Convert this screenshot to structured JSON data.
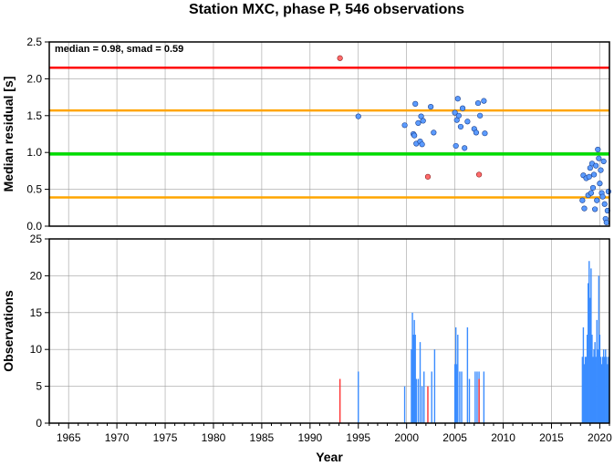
{
  "chart_data": [
    {
      "type": "scatter",
      "title": "Station MXC, phase P, 546 observations",
      "annotation": "median = 0.98, smad = 0.59",
      "xlabel": "",
      "ylabel": "Median residual [s]",
      "xlim": [
        1963,
        2021
      ],
      "ylim": [
        0,
        2.5
      ],
      "yticks": [
        "0.0",
        "0.5",
        "1.0",
        "1.5",
        "2.0",
        "2.5"
      ],
      "grid": true,
      "colors": {
        "median": "#00dd00",
        "smad": "#ffa500",
        "outlier_limit": "#ff0000",
        "inlier": "#5b9bff",
        "outlier": "#ff6b6b"
      },
      "reference_lines": [
        {
          "name": "median",
          "y": 0.98
        },
        {
          "name": "median + smad",
          "y": 1.57
        },
        {
          "name": "median - smad",
          "y": 0.39
        },
        {
          "name": "outlier limit",
          "y": 2.15
        }
      ],
      "series": [
        {
          "points": [
            [
              1995.0,
              1.49
            ],
            [
              1999.8,
              1.37
            ],
            [
              2000.7,
              1.25
            ],
            [
              2000.8,
              1.23
            ],
            [
              2000.9,
              1.66
            ],
            [
              2001.0,
              1.12
            ],
            [
              2001.2,
              1.4
            ],
            [
              2001.4,
              1.15
            ],
            [
              2001.5,
              1.49
            ],
            [
              2001.6,
              1.11
            ],
            [
              2001.7,
              1.43
            ],
            [
              2002.5,
              1.62
            ],
            [
              2002.8,
              1.27
            ],
            [
              2005.0,
              1.54
            ],
            [
              2005.1,
              1.09
            ],
            [
              2005.2,
              1.44
            ],
            [
              2005.3,
              1.73
            ],
            [
              2005.4,
              1.5
            ],
            [
              2005.6,
              1.35
            ],
            [
              2005.8,
              1.6
            ],
            [
              2006.0,
              1.06
            ],
            [
              2006.3,
              1.42
            ],
            [
              2007.0,
              1.32
            ],
            [
              2007.2,
              1.27
            ],
            [
              2007.4,
              1.67
            ],
            [
              2007.6,
              1.5
            ],
            [
              2008.0,
              1.7
            ],
            [
              2008.1,
              1.26
            ],
            [
              2018.2,
              0.35
            ],
            [
              2018.3,
              0.69
            ],
            [
              2018.4,
              0.24
            ],
            [
              2018.6,
              0.65
            ],
            [
              2018.8,
              0.42
            ],
            [
              2018.9,
              0.67
            ],
            [
              2019.0,
              0.79
            ],
            [
              2019.1,
              0.45
            ],
            [
              2019.2,
              0.85
            ],
            [
              2019.3,
              0.52
            ],
            [
              2019.4,
              0.7
            ],
            [
              2019.5,
              0.23
            ],
            [
              2019.6,
              0.82
            ],
            [
              2019.7,
              0.35
            ],
            [
              2019.8,
              1.04
            ],
            [
              2019.9,
              0.92
            ],
            [
              2020.0,
              0.58
            ],
            [
              2020.1,
              0.76
            ],
            [
              2020.2,
              0.45
            ],
            [
              2020.3,
              0.4
            ],
            [
              2020.4,
              0.88
            ],
            [
              2020.5,
              0.3
            ],
            [
              2020.6,
              0.1
            ],
            [
              2020.7,
              0.05
            ],
            [
              2020.8,
              0.21
            ],
            [
              2020.9,
              0.47
            ]
          ]
        },
        {
          "points": [
            [
              1993.1,
              2.28
            ],
            [
              2002.2,
              0.67
            ],
            [
              2007.5,
              0.7
            ]
          ]
        }
      ]
    },
    {
      "type": "bar",
      "xlabel": "Year",
      "ylabel": "Observations",
      "xlim": [
        1963,
        2021
      ],
      "ylim": [
        0,
        25
      ],
      "yticks": [
        "0",
        "5",
        "10",
        "15",
        "20",
        "25"
      ],
      "xticks": [
        "1965",
        "1970",
        "1975",
        "1980",
        "1985",
        "1990",
        "1995",
        "2000",
        "2005",
        "2010",
        "2015",
        "2020"
      ],
      "grid": true,
      "series": [
        {
          "points": [
            [
              1995.0,
              7
            ],
            [
              1999.8,
              5
            ],
            [
              2000.5,
              10
            ],
            [
              2000.6,
              15
            ],
            [
              2000.7,
              12
            ],
            [
              2000.8,
              14
            ],
            [
              2000.9,
              12
            ],
            [
              2001.0,
              6
            ],
            [
              2001.2,
              6
            ],
            [
              2001.4,
              11
            ],
            [
              2001.6,
              5
            ],
            [
              2001.8,
              7
            ],
            [
              2002.6,
              7
            ],
            [
              2002.9,
              10
            ],
            [
              2005.0,
              8
            ],
            [
              2005.1,
              13
            ],
            [
              2005.2,
              8
            ],
            [
              2005.3,
              12
            ],
            [
              2005.5,
              7
            ],
            [
              2005.7,
              7
            ],
            [
              2006.3,
              13
            ],
            [
              2006.5,
              6
            ],
            [
              2007.1,
              7
            ],
            [
              2007.3,
              7
            ],
            [
              2007.5,
              7
            ],
            [
              2008.0,
              7
            ],
            [
              2018.2,
              9
            ],
            [
              2018.3,
              13
            ],
            [
              2018.4,
              8
            ],
            [
              2018.5,
              9
            ],
            [
              2018.6,
              9
            ],
            [
              2018.7,
              12
            ],
            [
              2018.8,
              19
            ],
            [
              2018.9,
              22
            ],
            [
              2019.0,
              17
            ],
            [
              2019.1,
              21
            ],
            [
              2019.2,
              12
            ],
            [
              2019.3,
              9
            ],
            [
              2019.4,
              10
            ],
            [
              2019.5,
              11
            ],
            [
              2019.6,
              9
            ],
            [
              2019.7,
              14
            ],
            [
              2019.8,
              10
            ],
            [
              2019.9,
              20
            ],
            [
              2020.0,
              12
            ],
            [
              2020.1,
              9
            ],
            [
              2020.2,
              8
            ],
            [
              2020.3,
              9
            ],
            [
              2020.4,
              10
            ],
            [
              2020.5,
              9
            ],
            [
              2020.6,
              10
            ],
            [
              2020.7,
              9
            ],
            [
              2020.8,
              8
            ],
            [
              2020.9,
              9
            ]
          ]
        },
        {
          "points": [
            [
              1993.1,
              6
            ],
            [
              2002.2,
              5
            ],
            [
              2007.5,
              6
            ]
          ]
        }
      ]
    }
  ]
}
